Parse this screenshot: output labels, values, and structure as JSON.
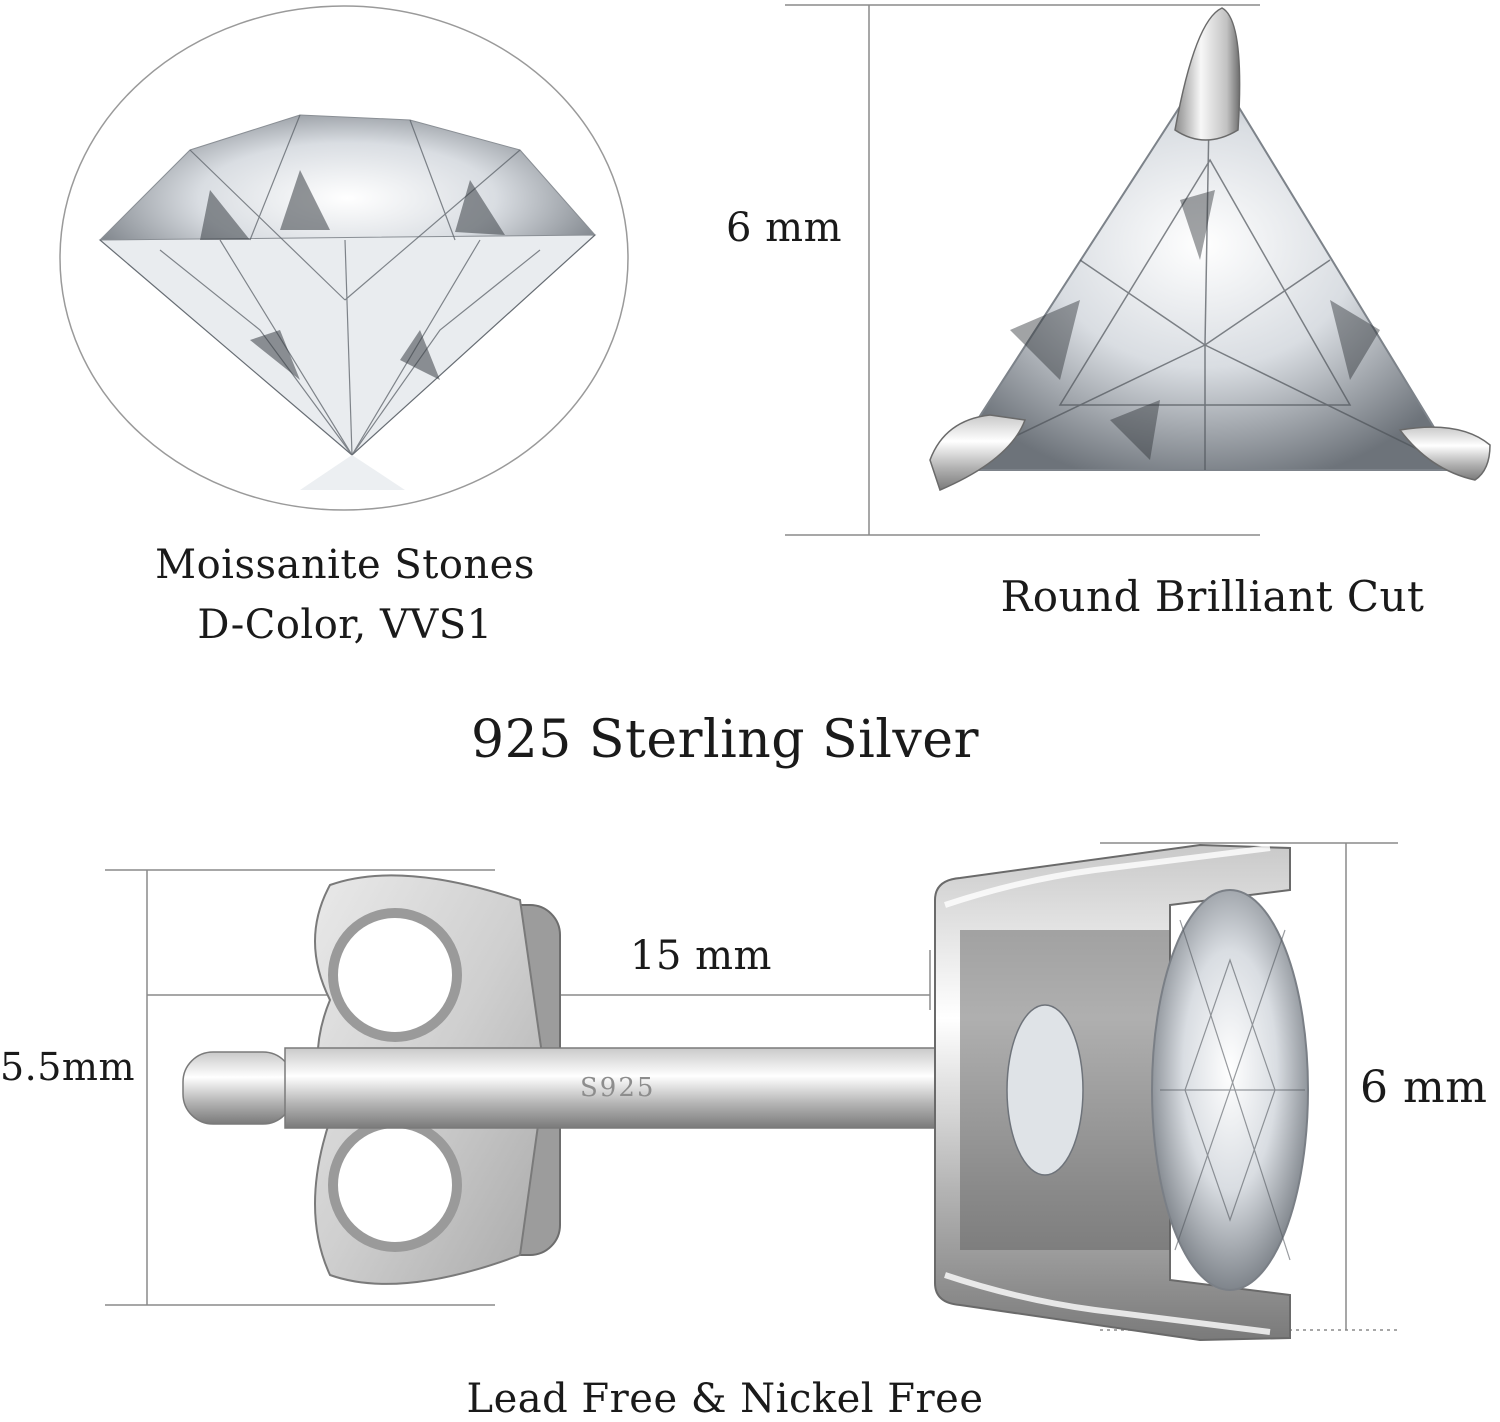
{
  "captions": {
    "moissanite_line1": "Moissanite Stones",
    "moissanite_line2": "D-Color, VVS1",
    "cut": "Round Brilliant Cut",
    "material": "925 Sterling Silver",
    "lead_free": "Lead Free & Nickel Free"
  },
  "dimensions": {
    "top_height": "6 mm",
    "post_length": "15 mm",
    "back_height": "5.5mm",
    "stone_height": "6 mm"
  },
  "stamp": "S925",
  "colors": {
    "text": "#1a1a1a",
    "dimension_line": "#8a8a8a",
    "silver_light": "#f2f2f2",
    "silver_mid": "#bdbdbd",
    "silver_dark": "#6e6e6e",
    "gem_light": "#f6f8fa",
    "gem_dark": "#4a4f55"
  }
}
